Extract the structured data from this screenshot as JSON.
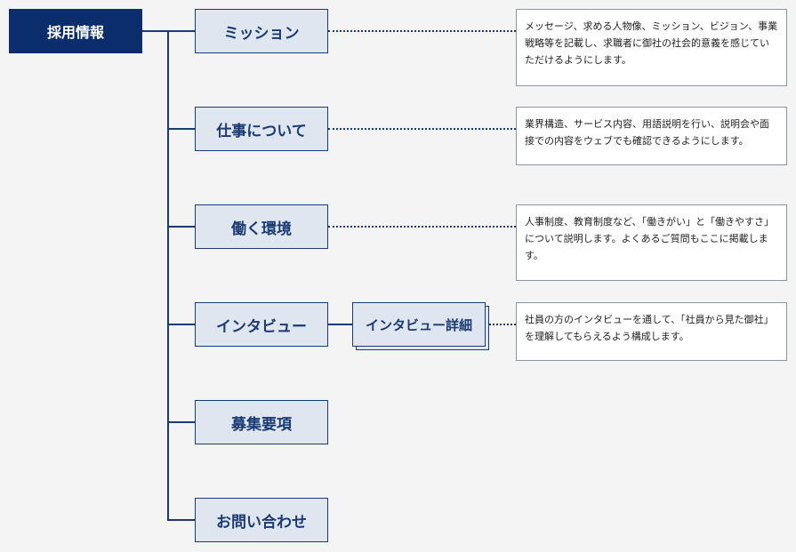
{
  "root": {
    "label": "採用情報"
  },
  "nodes": [
    {
      "label": "ミッション",
      "desc": "メッセージ、求める人物像、ミッション、ビジョン、事業戦略等を記載し、求職者に御社の社会的意義を感じていただけるようにします。"
    },
    {
      "label": "仕事について",
      "desc": "業界構造、サービス内容、用語説明を行い、説明会や面接での内容をウェブでも確認できるようにします。"
    },
    {
      "label": "働く環境",
      "desc": "人事制度、教育制度など、「働きがい」と「働きやすさ」について説明します。よくあるご質問もここに掲載します。"
    },
    {
      "label": "インタビュー",
      "sub": "インタビュー詳細",
      "desc": "社員の方のインタビューを通して、「社員から見た御社」を理解してもらえるよう構成します。"
    },
    {
      "label": "募集要項"
    },
    {
      "label": "お問い合わせ"
    }
  ],
  "colors": {
    "navy": "#0b2d6b",
    "node_fill": "#dfe6f0",
    "line": "#1a3a74"
  }
}
